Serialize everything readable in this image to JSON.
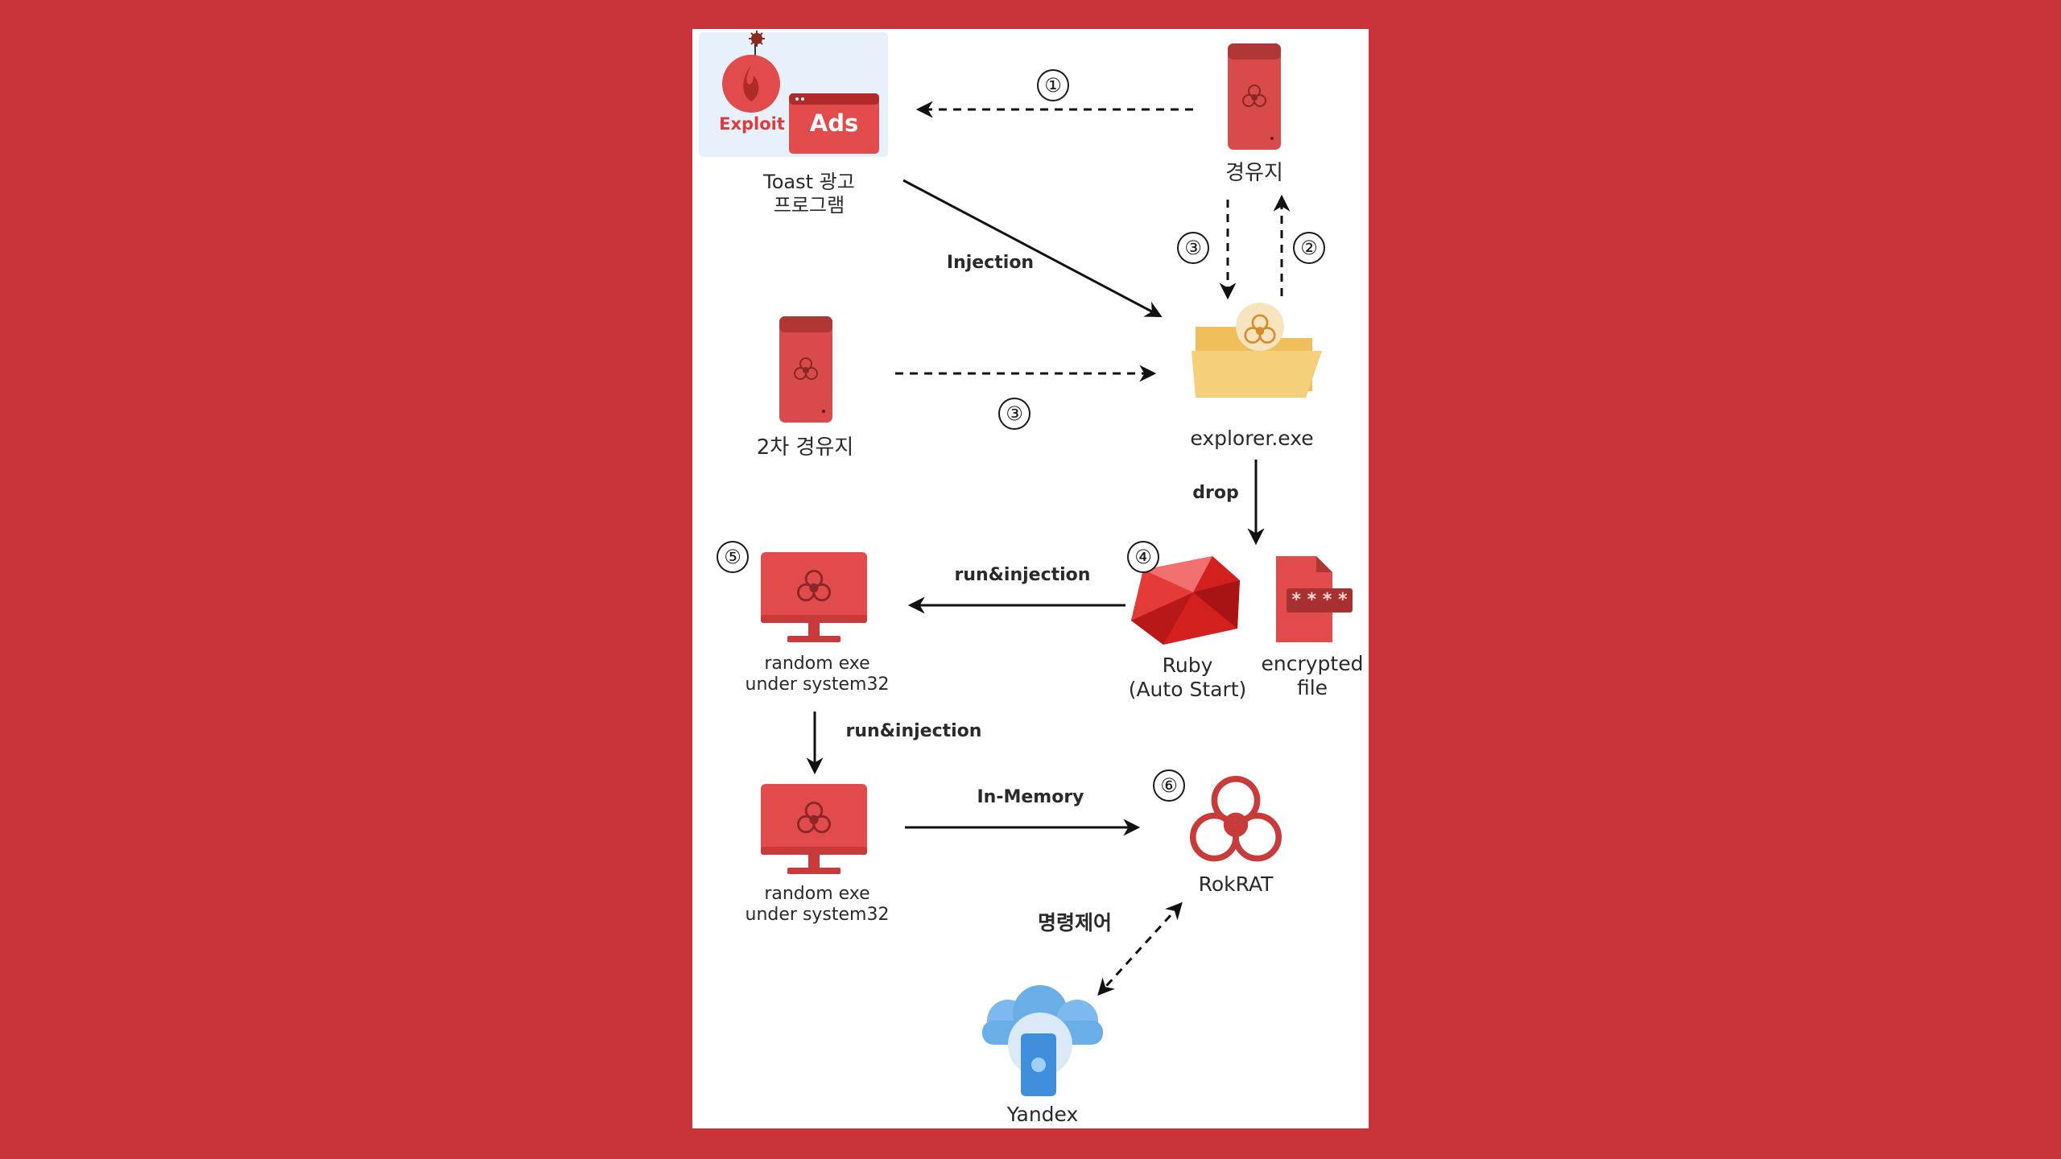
{
  "labels": {
    "exploit": "Exploit",
    "ads": "Ads",
    "toast": "Toast 광고\n프로그램",
    "waypoint": "경유지",
    "secondary_waypoint": "2차 경유지",
    "explorer": "explorer.exe",
    "ruby": "Ruby\n(Auto Start)",
    "encrypted": "encrypted\nfile",
    "random_exe_1": "random exe\nunder system32",
    "random_exe_2": "random exe\nunder system32",
    "rokrat": "RokRAT",
    "yandex": "Yandex",
    "encrypted_mask": "* * * *"
  },
  "edges": {
    "injection": "Injection",
    "drop": "drop",
    "run_injection_1": "run&injection",
    "run_injection_2": "run&injection",
    "in_memory": "In-Memory",
    "command_control": "명령제어"
  },
  "steps": {
    "s1": "①",
    "s2": "②",
    "s3a": "③",
    "s3b": "③",
    "s4": "④",
    "s5": "⑤",
    "s6": "⑥"
  },
  "colors": {
    "background": "#c9333a",
    "accent_red": "#e24b4b",
    "device_red": "#d94a4a",
    "folder": "#f6cf7a",
    "cloud": "#6aaee8",
    "ads_box": "#e7f0fb"
  }
}
